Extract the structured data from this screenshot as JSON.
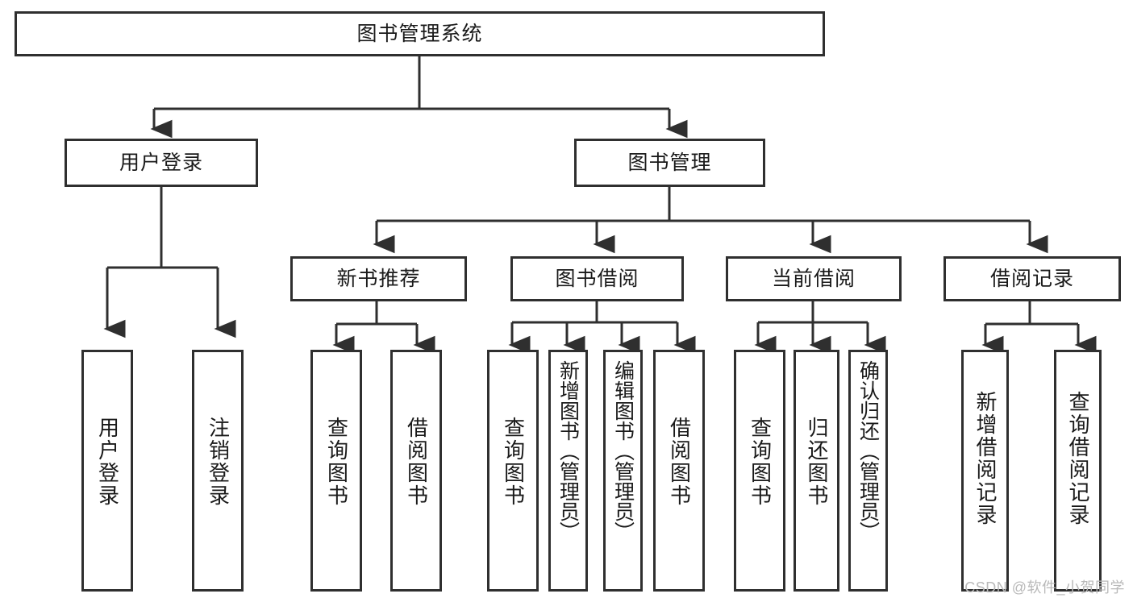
{
  "diagram": {
    "title_text": "图书管理系统",
    "type": "hierarchy-tree",
    "watermark": "CSDN @软件_小贺同学",
    "colors": {
      "box_border": "#2f2f2f",
      "box_fill": "#ffffff",
      "edge": "#2f2f2f",
      "text": "#1a1a1a",
      "watermark": "#b9b9b9"
    },
    "root": {
      "label": "图书管理系统"
    },
    "level1": [
      {
        "label": "用户登录"
      },
      {
        "label": "图书管理"
      }
    ],
    "level2": [
      {
        "label": "新书推荐"
      },
      {
        "label": "图书借阅"
      },
      {
        "label": "当前借阅"
      },
      {
        "label": "借阅记录"
      }
    ],
    "leaves": {
      "user_login": [
        {
          "label": "用户登录"
        },
        {
          "label": "注销登录"
        }
      ],
      "new_book_recommend": [
        {
          "label": "查询图书"
        },
        {
          "label": "借阅图书"
        }
      ],
      "book_borrow": [
        {
          "label": "查询图书"
        },
        {
          "label": "新增图书（管理员）"
        },
        {
          "label": "编辑图书（管理员）"
        },
        {
          "label": "借阅图书"
        }
      ],
      "current_borrow": [
        {
          "label": "查询图书"
        },
        {
          "label": "归还图书"
        },
        {
          "label": "确认归还（管理员）"
        }
      ],
      "borrow_record": [
        {
          "label": "新增借阅记录"
        },
        {
          "label": "查询借阅记录"
        }
      ]
    }
  }
}
